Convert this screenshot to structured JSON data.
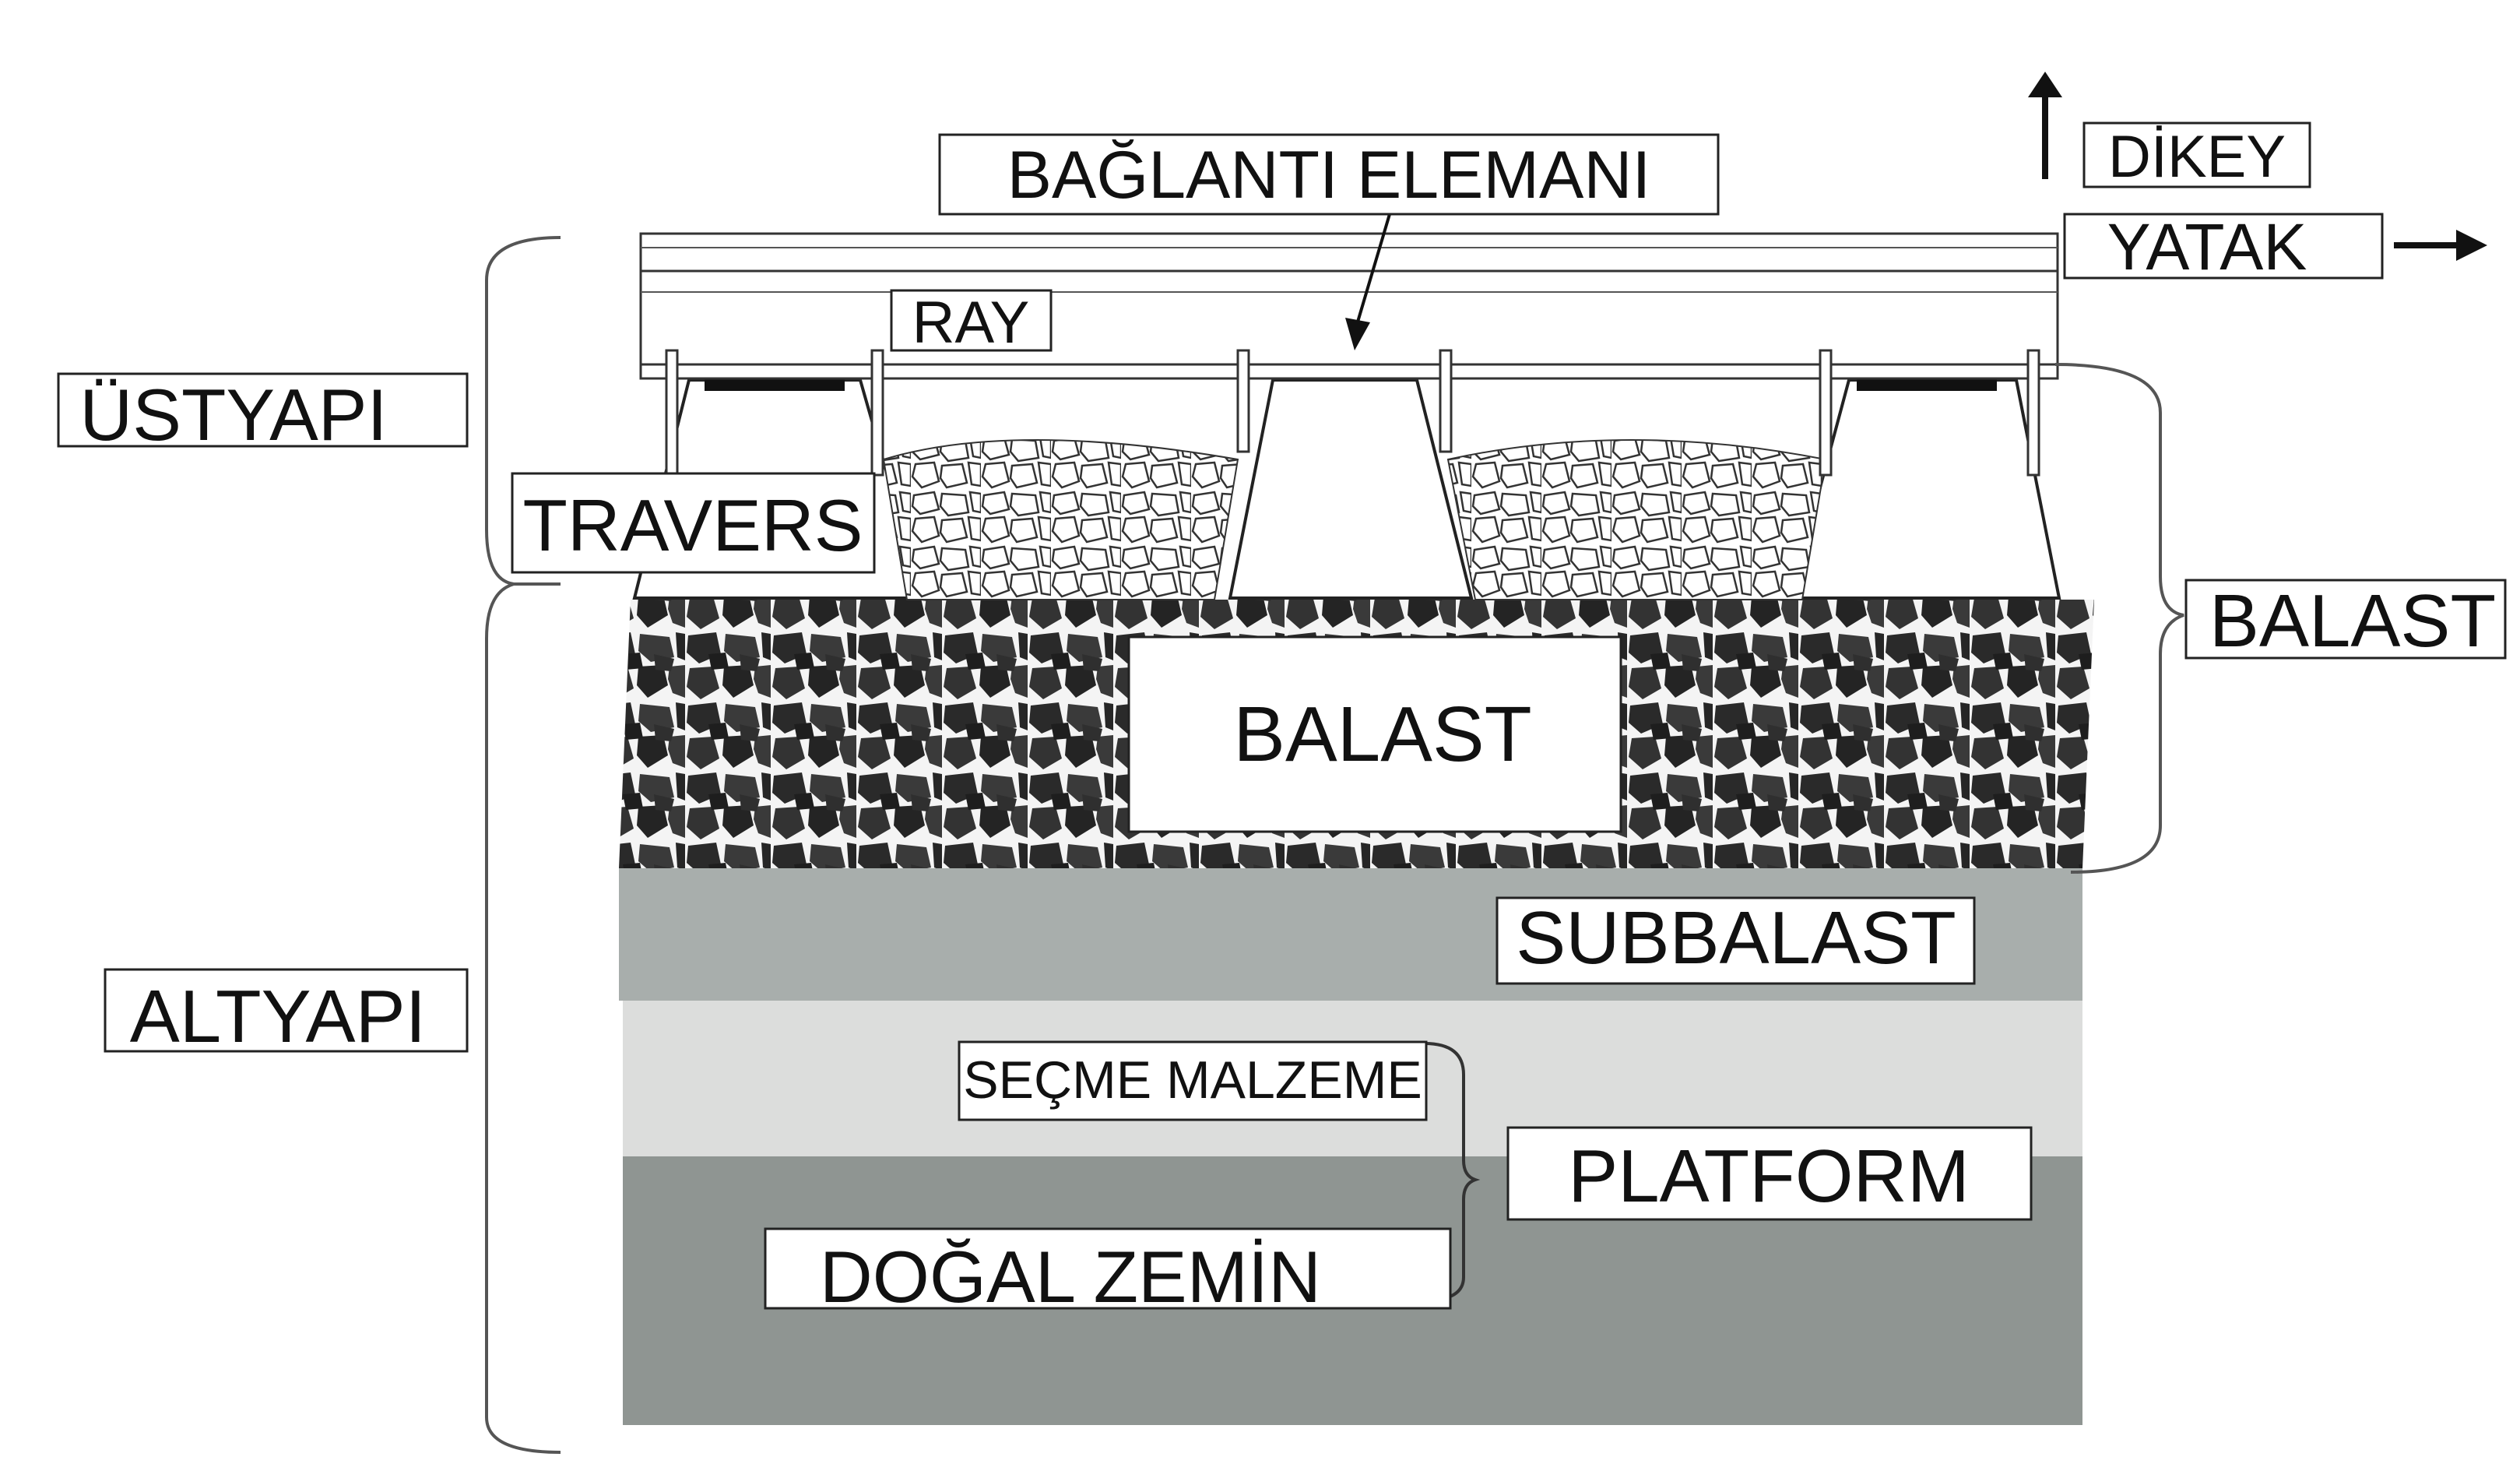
{
  "labels": {
    "fastening": "BAĞLANTI ELEMANI",
    "vertical": "DİKEY",
    "lateral": "YATAK",
    "rail": "RAY",
    "superstructure": "ÜSTYAPI",
    "sleeper": "TRAVERS",
    "ballast_center": "BALAST",
    "ballast_side": "BALAST",
    "subballast": "SUBBALAST",
    "substructure": "ALTYAPI",
    "select_material": "SEÇME MALZEME",
    "platform": "PLATFORM",
    "natural_ground": "DOĞAL ZEMİN"
  },
  "colors": {
    "ballast_dark": "#2b2b2b",
    "ballast_light": "#ffffff",
    "subballast": "#a8aeac",
    "select_material": "#dcdddc",
    "natural_ground": "#8f9592",
    "outline": "#222222"
  }
}
